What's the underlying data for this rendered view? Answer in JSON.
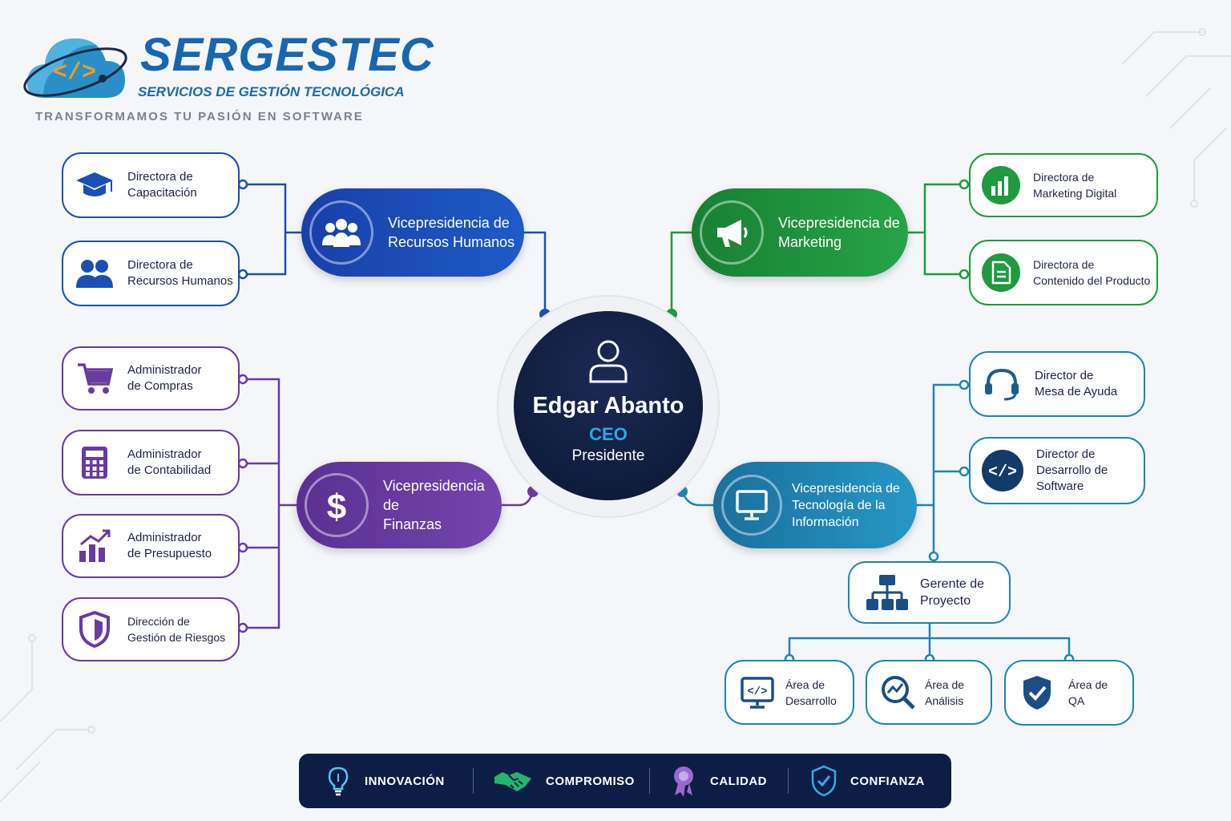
{
  "logo": {
    "title": "SERGESTEC",
    "subtitle": "SERVICIOS DE GESTIÓN TECNOLÓGICA",
    "tagline": "TRANSFORMAMOS TU PASIÓN EN SOFTWARE",
    "icon": "cloud-code-icon"
  },
  "ceo": {
    "name": "Edgar Abanto",
    "role": "CEO",
    "title": "Presidente",
    "icon": "user-icon"
  },
  "colors": {
    "hr": "#1a4fb3",
    "marketing": "#1f9a3e",
    "finance": "#6a3aa0",
    "tech": "#1f85ad",
    "dark": "#0c1e45"
  },
  "vps": {
    "hr": {
      "line1": "Vicepresidencia de",
      "line2": "Recursos Humanos",
      "icon": "team-icon"
    },
    "marketing": {
      "line1": "Vicepresidencia de",
      "line2": "Marketing",
      "icon": "megaphone-icon"
    },
    "finance": {
      "line1": "Vicepresidencia de",
      "line2": "Finanzas",
      "icon": "dollar-icon"
    },
    "tech": {
      "line1": "Vicepresidencia de",
      "line2": "Tecnología de la",
      "line3": "Información",
      "icon": "monitor-icon"
    }
  },
  "hr_leaves": [
    {
      "line1": "Directora de",
      "line2": "Capacitación",
      "icon": "graduation-cap-icon"
    },
    {
      "line1": "Directora de",
      "line2": "Recursos Humanos",
      "icon": "users-icon"
    }
  ],
  "marketing_leaves": [
    {
      "line1": "Directora de",
      "line2": "Marketing Digital",
      "icon": "bar-chart-icon"
    },
    {
      "line1": "Directora de",
      "line2": "Contenido del Producto",
      "icon": "document-icon"
    }
  ],
  "finance_leaves": [
    {
      "line1": "Administrador",
      "line2": "de Compras",
      "icon": "shopping-cart-icon"
    },
    {
      "line1": "Administrador",
      "line2": "de Contabilidad",
      "icon": "calculator-icon"
    },
    {
      "line1": "Administrador",
      "line2": "de Presupuesto",
      "icon": "growth-chart-icon"
    },
    {
      "line1": "Dirección de",
      "line2": "Gestión de Riesgos",
      "icon": "shield-icon"
    }
  ],
  "tech_leaves": [
    {
      "line1": "Director de",
      "line2": "Mesa de Ayuda",
      "icon": "headset-icon"
    },
    {
      "line1": "Director de",
      "line2": "Desarrollo de",
      "line3": "Software",
      "icon": "code-icon"
    }
  ],
  "project_manager": {
    "line1": "Gerente de",
    "line2": "Proyecto",
    "icon": "hierarchy-icon"
  },
  "areas": [
    {
      "line1": "Área de",
      "line2": "Desarrollo",
      "icon": "code-monitor-icon"
    },
    {
      "line1": "Área de",
      "line2": "Análisis",
      "icon": "magnifier-chart-icon"
    },
    {
      "line1": "Área de",
      "line2": "QA",
      "icon": "shield-check-icon"
    }
  ],
  "values": [
    {
      "label": "INNOVACIÓN",
      "icon": "lightbulb-icon"
    },
    {
      "label": "COMPROMISO",
      "icon": "handshake-icon"
    },
    {
      "label": "CALIDAD",
      "icon": "award-icon"
    },
    {
      "label": "CONFIANZA",
      "icon": "shield-check-icon"
    }
  ]
}
